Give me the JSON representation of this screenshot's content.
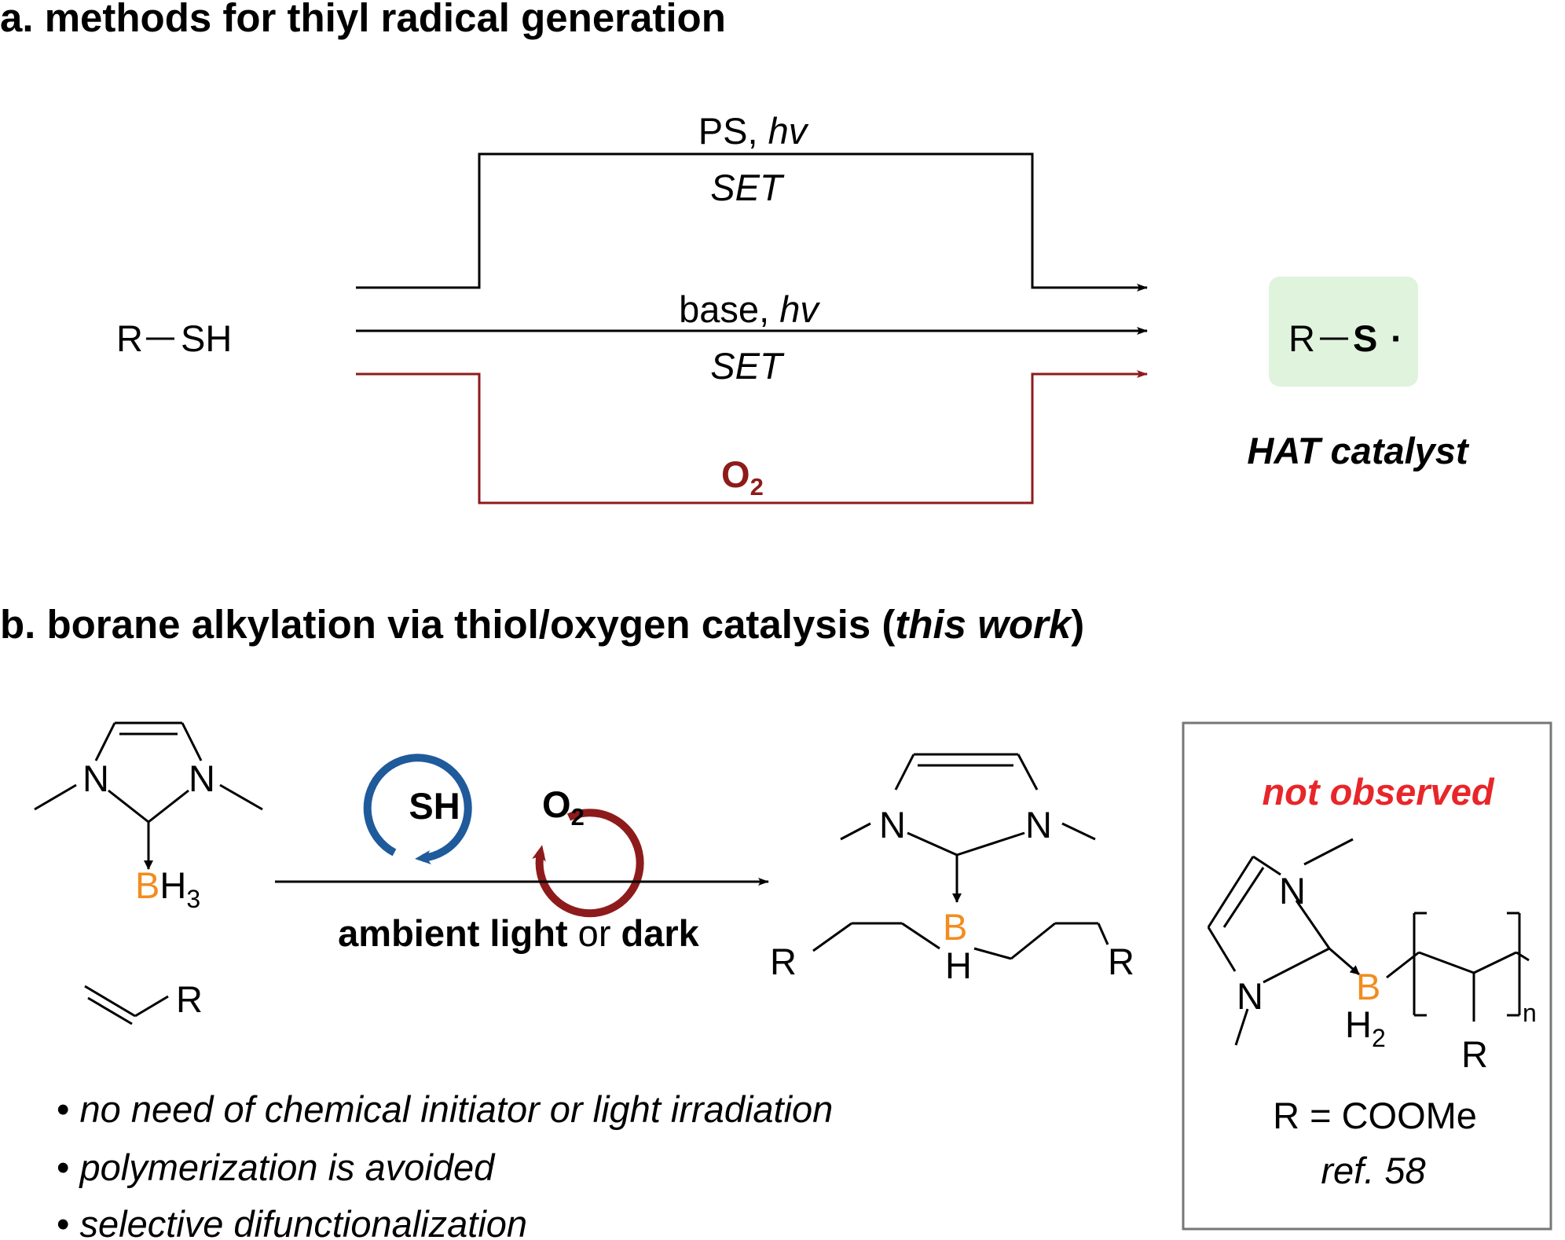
{
  "colors": {
    "black": "#000000",
    "dark_red": "#8e1b1b",
    "blue": "#1f5a9b",
    "orange": "#f28c1f",
    "red_title": "#e8262a",
    "radical_box": "#dff3dd",
    "box_border": "#777777"
  },
  "panel_a": {
    "heading": "a. methods for thiyl radical generation",
    "substrate": {
      "r": "R",
      "sh": "SH"
    },
    "top_path": {
      "reagent": "PS, ",
      "light": "hv",
      "mechanism": "SET"
    },
    "middle_path": {
      "reagent": "base, ",
      "light": "hv",
      "mechanism": "SET"
    },
    "bottom_path": {
      "reagent": "O",
      "subscript": "2"
    },
    "product": {
      "r": "R",
      "s": "S",
      "dot": "·"
    },
    "product_label": "HAT catalyst"
  },
  "panel_b": {
    "heading_prefix": "b. borane alkylation via thiol/oxygen catalysis (",
    "heading_italic": "this work",
    "heading_suffix": ")",
    "reactant_nhc": {
      "n1": "N",
      "n2": "N",
      "boron": "B",
      "h": "H",
      "h_sub": "3"
    },
    "reactant_alkene": {
      "r": "R"
    },
    "catalyst_thiol": "SH",
    "catalyst_oxygen": {
      "o": "O",
      "subscript": "2"
    },
    "conditions": {
      "part1": "ambient light",
      "part2": " or ",
      "part3": "dark"
    },
    "product": {
      "n1": "N",
      "n2": "N",
      "boron": "B",
      "h": "H",
      "r_left": "R",
      "r_right": "R"
    },
    "bullets": [
      "no need of chemical initiator or light irradiation",
      "polymerization is avoided",
      "selective difunctionalization"
    ],
    "side_box": {
      "title": "not observed",
      "n1": "N",
      "n2": "N",
      "boron": "B",
      "h2": "H",
      "h2_sub": "2",
      "n_sub": "n",
      "r": "R",
      "r_def": "R = COOMe",
      "ref": "ref. 58"
    }
  }
}
